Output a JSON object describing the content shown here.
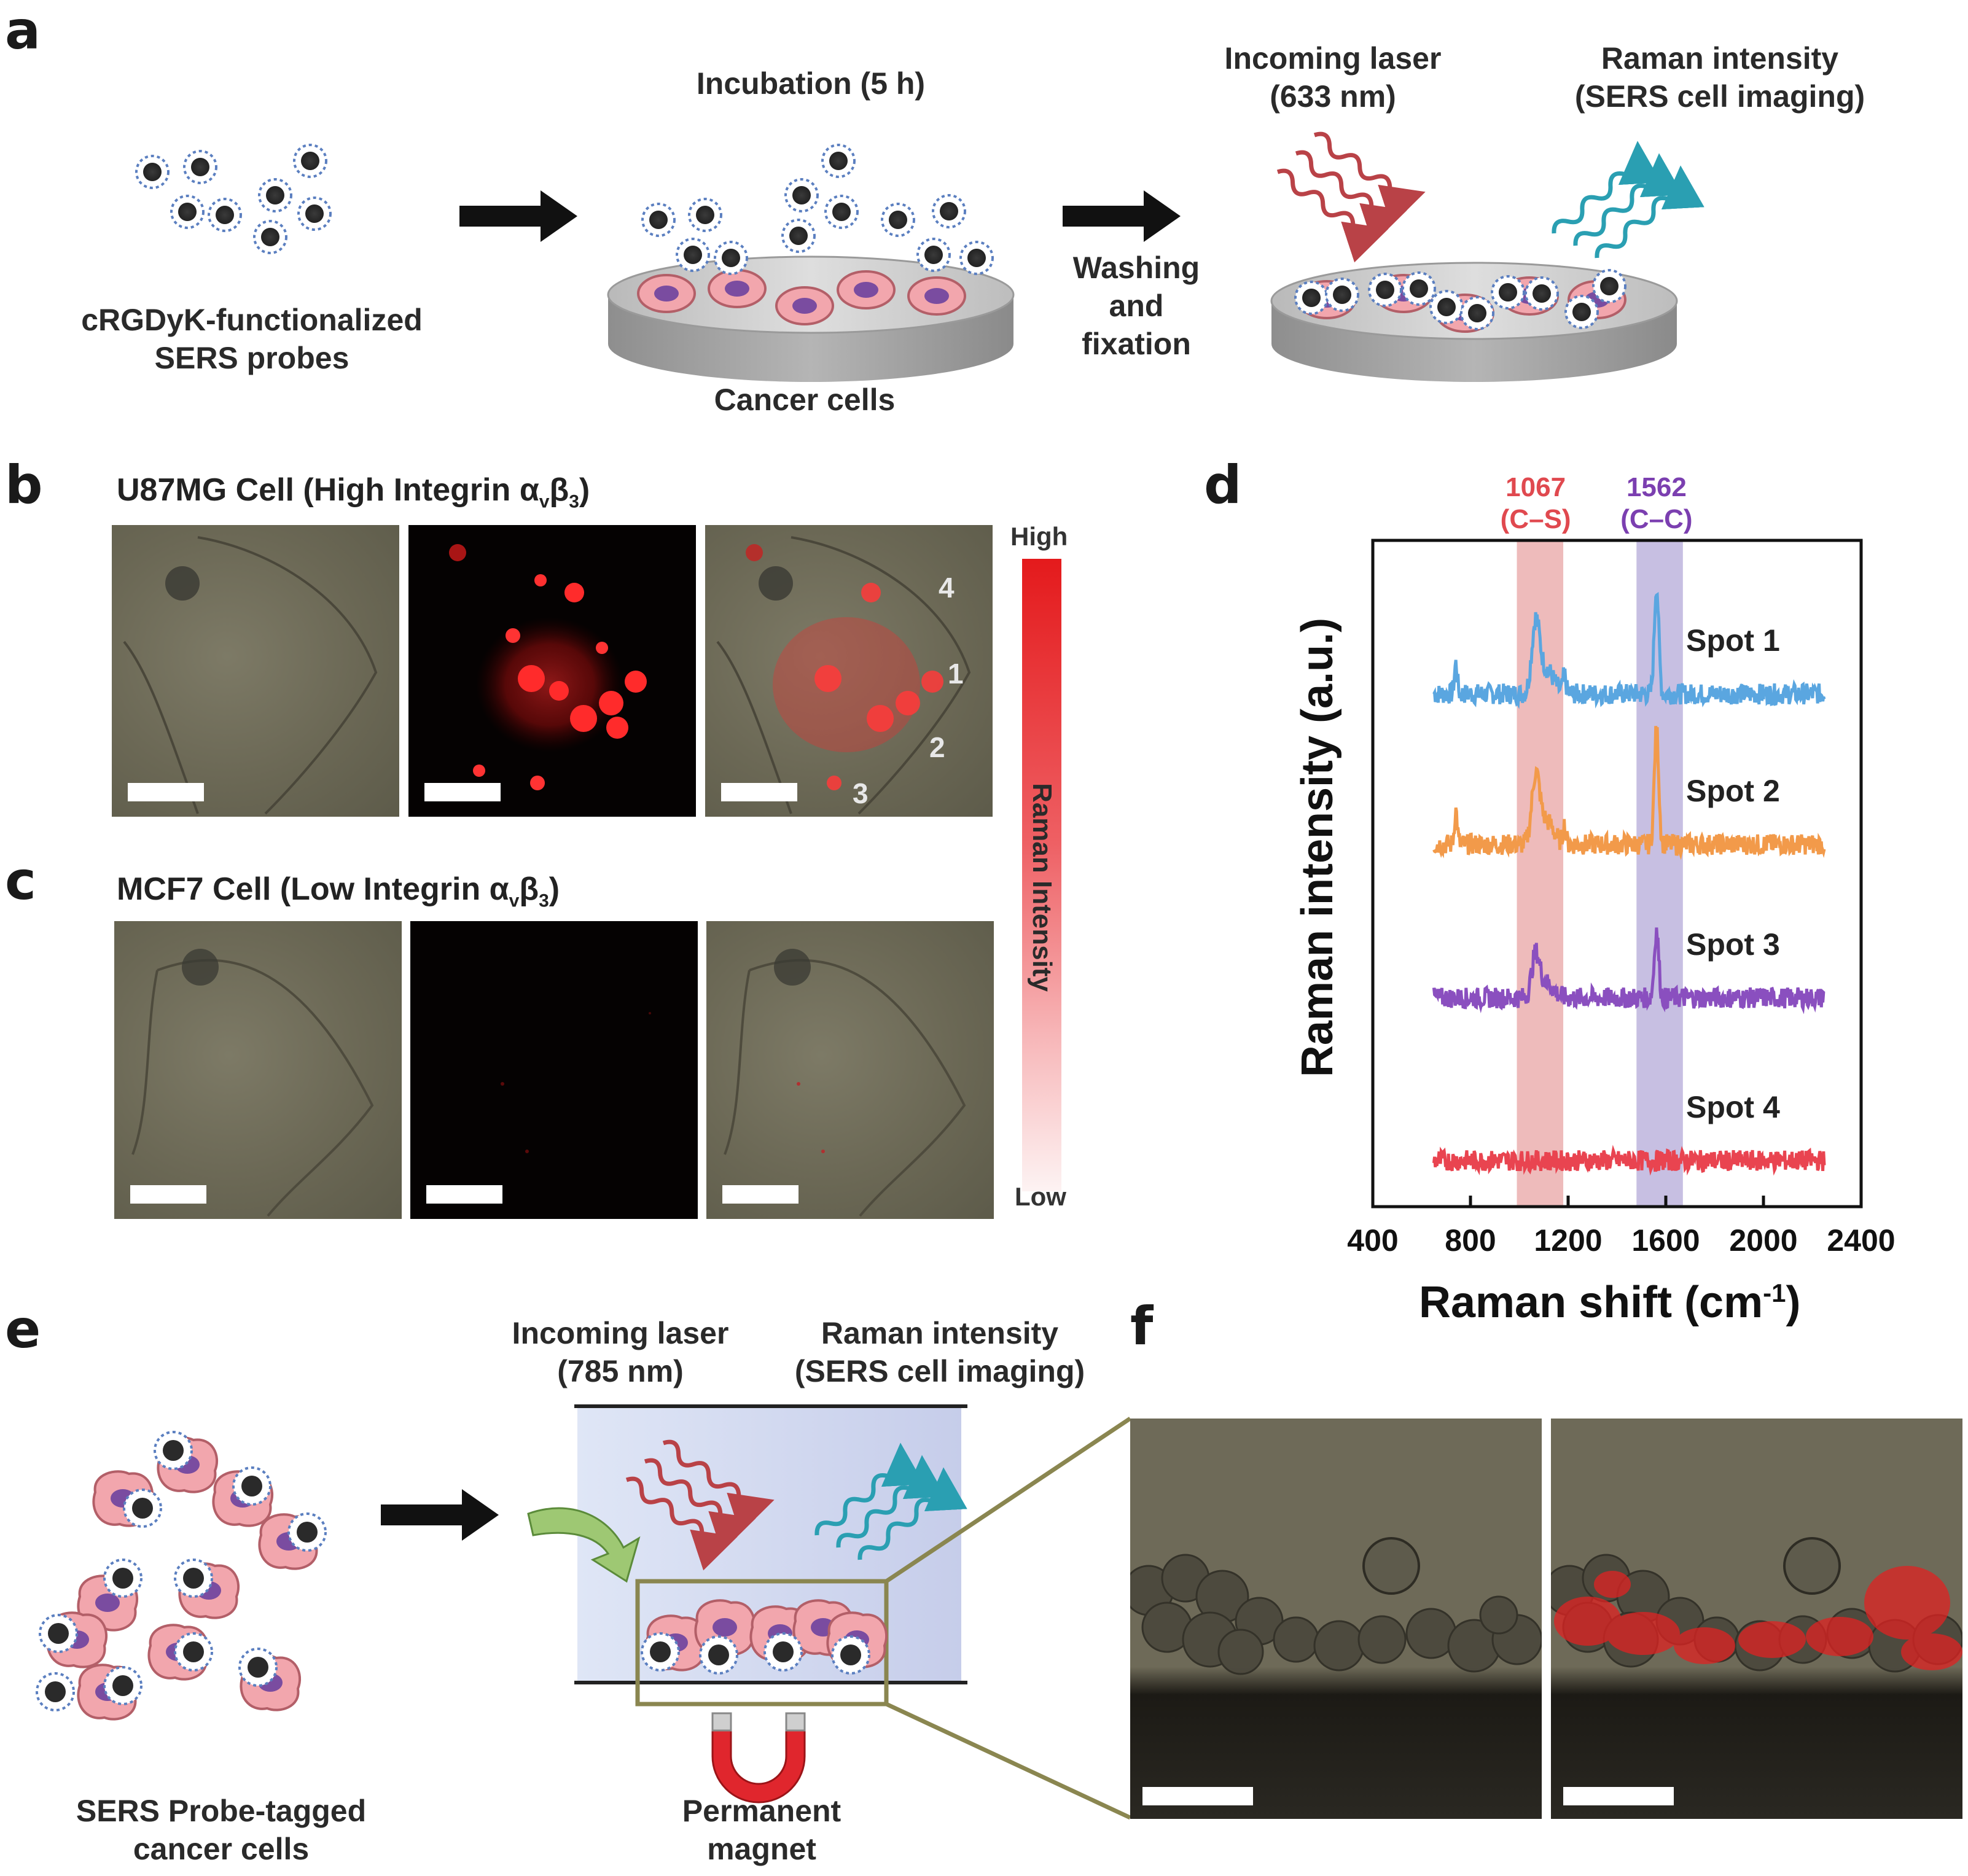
{
  "panels": {
    "a": "a",
    "b": "b",
    "c": "c",
    "d": "d",
    "e": "e",
    "f": "f"
  },
  "panel_a": {
    "probes_label": [
      "cRGDyK-functionalized",
      "SERS probes"
    ],
    "incubation_label": "Incubation (5 h)",
    "cancer_cells_label": "Cancer cells",
    "washing_label": [
      "Washing",
      "and",
      "fixation"
    ],
    "laser_label": [
      "Incoming laser",
      "(633 nm)"
    ],
    "raman_label": [
      "Raman intensity",
      "(SERS cell imaging)"
    ]
  },
  "panel_b": {
    "title_main": "U87MG Cell (High Integrin α",
    "title_sub1": "v",
    "title_mid": "β",
    "title_sub2": "3",
    "title_end": ")",
    "spot_labels": [
      "4",
      "1",
      "2",
      "3"
    ]
  },
  "panel_c": {
    "title_main": "MCF7 Cell (Low Integrin α",
    "title_sub1": "v",
    "title_mid": "β",
    "title_sub2": "3",
    "title_end": ")"
  },
  "colorbar": {
    "high": "High",
    "low": "Low",
    "label": "Raman Intensity"
  },
  "chart_data": {
    "type": "line",
    "xlabel": "Raman shift (cm",
    "xlabel_sup": "-1",
    "xlabel_end": ")",
    "ylabel": "Raman intensity (a.u.)",
    "xlim": [
      400,
      2400
    ],
    "x_ticks": [
      400,
      800,
      1200,
      1600,
      2000,
      2400
    ],
    "x_range": [
      650,
      2250
    ],
    "bands": [
      {
        "center": 1067,
        "from": 990,
        "to": 1180,
        "label": "1067",
        "sublabel": "(C–S)",
        "color": "#e0494f",
        "fill": "#e8a4a4"
      },
      {
        "center": 1562,
        "from": 1480,
        "to": 1670,
        "label": "1562",
        "sublabel": "(C–C)",
        "color": "#7b3fb0",
        "fill": "#b4a9d8"
      }
    ],
    "series": [
      {
        "name": "Spot 1",
        "color": "#5aa6e0",
        "peak_1067": 1.0,
        "peak_1562": 1.6,
        "peak_740": 0.45
      },
      {
        "name": "Spot 2",
        "color": "#f29a4a",
        "peak_1067": 0.95,
        "peak_1562": 1.7,
        "peak_740": 0.5
      },
      {
        "name": "Spot 3",
        "color": "#8a4fbf",
        "peak_1067": 0.6,
        "peak_1562": 1.0,
        "peak_740": 0.0
      },
      {
        "name": "Spot 4",
        "color": "#e94450",
        "peak_1067": 0.0,
        "peak_1562": 0.0,
        "peak_740": 0.0
      }
    ]
  },
  "panel_e": {
    "tagged_label": [
      "SERS Probe-tagged",
      "cancer cells"
    ],
    "laser_label": [
      "Incoming laser",
      "(785 nm)"
    ],
    "raman_label": [
      "Raman intensity",
      "(SERS cell imaging)"
    ],
    "magnet_label": [
      "Permanent",
      "magnet"
    ]
  }
}
